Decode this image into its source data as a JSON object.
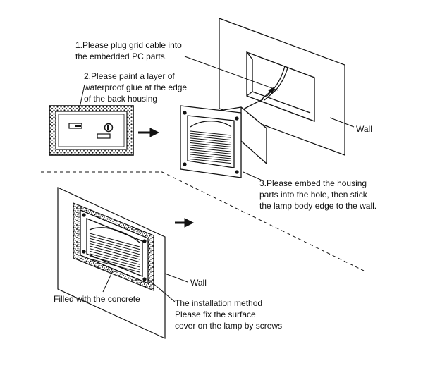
{
  "labels": {
    "step1": [
      "1.Please plug grid cable into",
      "the embedded PC parts."
    ],
    "step2": [
      "2.Please paint a layer of",
      "waterproof glue at the edge",
      "of the back housing"
    ],
    "wall_top": "Wall",
    "step3": [
      "3.Please embed the housing",
      "parts into the hole, then stick",
      "the lamp body edge to the wall."
    ],
    "wall_bottom": "Wall",
    "concrete": "Filled with the concrete",
    "method": [
      "The installation method",
      "Please fix the surface",
      "cover on the lamp by screws"
    ]
  },
  "colors": {
    "ink": "#111111",
    "background": "#ffffff"
  },
  "icons": {
    "arrow_step2": "right-arrow-icon",
    "arrow_bottom": "right-arrow-icon"
  }
}
